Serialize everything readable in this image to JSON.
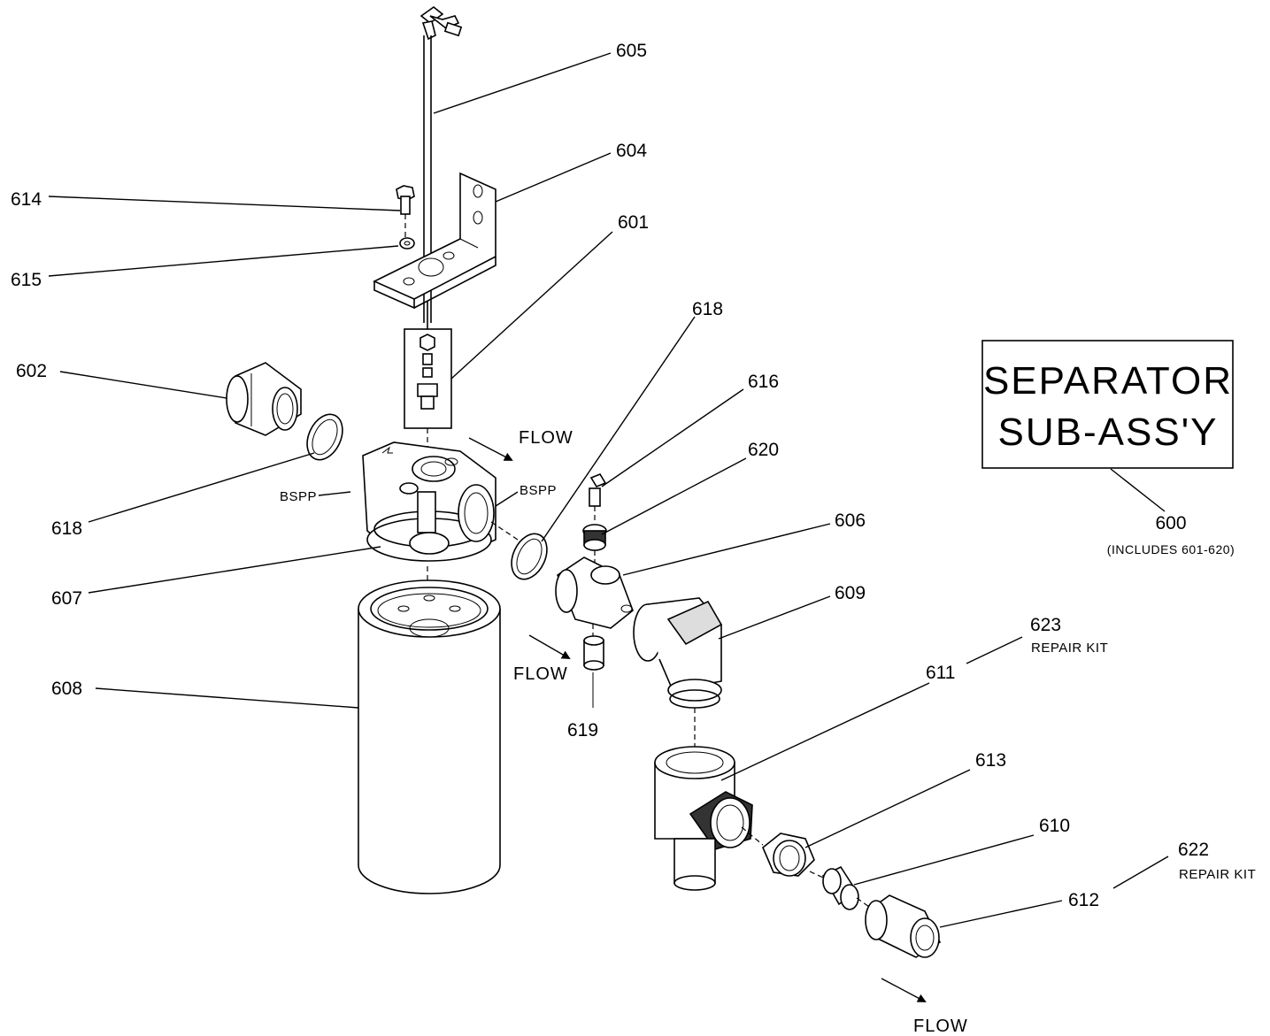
{
  "title_box": {
    "line1": "SEPARATOR",
    "line2": "SUB-ASS'Y"
  },
  "assembly": {
    "number": "600",
    "note": "(INCLUDES 601-620)"
  },
  "labels": {
    "p605": "605",
    "p604": "604",
    "p614": "614",
    "p615": "615",
    "p601": "601",
    "p618a": "618",
    "p616": "616",
    "p620": "620",
    "p602": "602",
    "p618b": "618",
    "p606": "606",
    "p607": "607",
    "p609": "609",
    "p623": "623",
    "p608": "608",
    "p611": "611",
    "p619": "619",
    "p613": "613",
    "p610": "610",
    "p622": "622",
    "p612": "612"
  },
  "notes": {
    "bspp_left": "BSPP",
    "bspp_right": "BSPP",
    "repair_kit_623": "REPAIR KIT",
    "repair_kit_622": "REPAIR KIT"
  },
  "flow": {
    "f1": "FLOW",
    "f2": "FLOW",
    "f3": "FLOW"
  }
}
